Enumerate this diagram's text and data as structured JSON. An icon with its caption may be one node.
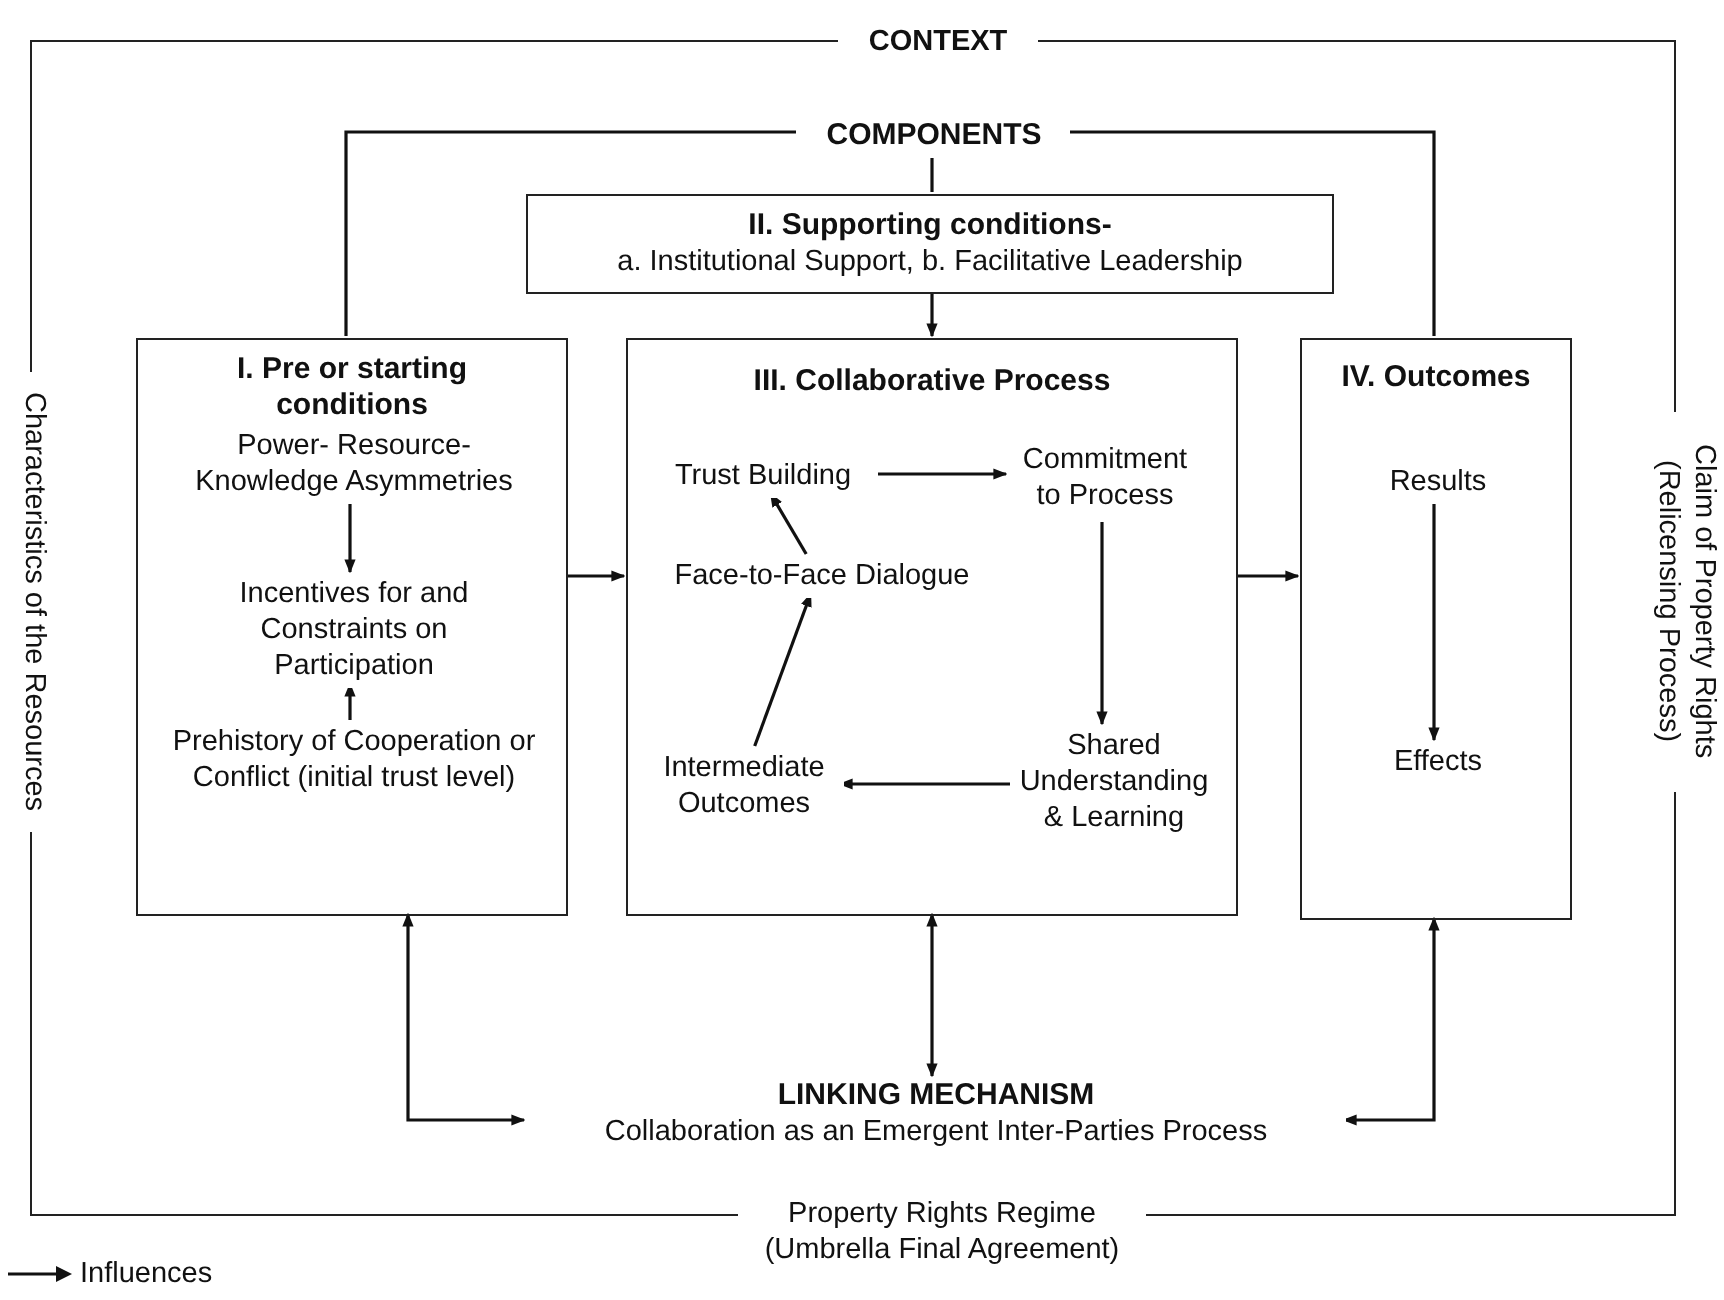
{
  "diagram": {
    "nodes": [
      {
        "text": [
          "CONTEXT",
          "Characteristics of the Resources",
          "Claim of Property Rights (Relicensing Process)",
          "Property Rights Regime (Umbrella Final Agreement)"
        ]
      },
      {
        "text": [
          "COMPONENTS"
        ],
        "in": 0
      },
      {
        "text": [
          "II. Supporting conditions-",
          "a. Institutional Support, b. Facilitative Leadership"
        ],
        "in": 0
      },
      {
        "text": [
          "I. Pre or starting conditions"
        ],
        "in": 0
      },
      {
        "text": [
          "Power- Resource- Knowledge Asymmetries"
        ],
        "in": 3
      },
      {
        "text": [
          "Incentives for and Constraints on Participation"
        ],
        "in": 3
      },
      {
        "text": [
          "Prehistory of Cooperation or Conflict (initial trust level)"
        ],
        "in": 3
      },
      {
        "text": [
          "III. Collaborative Process"
        ],
        "in": 0
      },
      {
        "text": [
          "Trust Building"
        ],
        "in": 7
      },
      {
        "text": [
          "Commitment to Process"
        ],
        "in": 7
      },
      {
        "text": [
          "Face-to-Face Dialogue"
        ],
        "in": 7
      },
      {
        "text": [
          "Intermediate Outcomes"
        ],
        "in": 7
      },
      {
        "text": [
          "Shared Understanding & Learning"
        ],
        "in": 7
      },
      {
        "text": [
          "IV. Outcomes"
        ],
        "in": 0
      },
      {
        "text": [
          "Results"
        ],
        "in": 13
      },
      {
        "text": [
          "Effects"
        ],
        "in": 13
      },
      {
        "text": [
          "LINKING MECHANISM",
          "Collaboration as an Emergent Inter-Parties Process"
        ],
        "in": 0
      }
    ],
    "edges": [
      {
        "from": 1,
        "to": 3,
        "arrow": "none"
      },
      {
        "from": 1,
        "to": 2,
        "arrow": "none"
      },
      {
        "from": 1,
        "to": 13,
        "arrow": "none"
      },
      {
        "from": 2,
        "to": 7,
        "arrow": "to"
      },
      {
        "from": 4,
        "to": 5,
        "arrow": "to"
      },
      {
        "from": 6,
        "to": 5,
        "arrow": "to"
      },
      {
        "from": 3,
        "to": 7,
        "arrow": "to"
      },
      {
        "from": 10,
        "to": 8,
        "arrow": "to"
      },
      {
        "from": 8,
        "to": 9,
        "arrow": "to"
      },
      {
        "from": 9,
        "to": 12,
        "arrow": "to"
      },
      {
        "from": 12,
        "to": 11,
        "arrow": "to"
      },
      {
        "from": 11,
        "to": 10,
        "arrow": "to"
      },
      {
        "from": 7,
        "to": 13,
        "arrow": "to"
      },
      {
        "from": 14,
        "to": 15,
        "arrow": "to"
      },
      {
        "from": 3,
        "to": 16,
        "arrow": "both"
      },
      {
        "from": 7,
        "to": 16,
        "arrow": "both"
      },
      {
        "from": 13,
        "to": 16,
        "arrow": "both"
      }
    ],
    "legend": [
      {
        "text": "Influences"
      }
    ]
  }
}
